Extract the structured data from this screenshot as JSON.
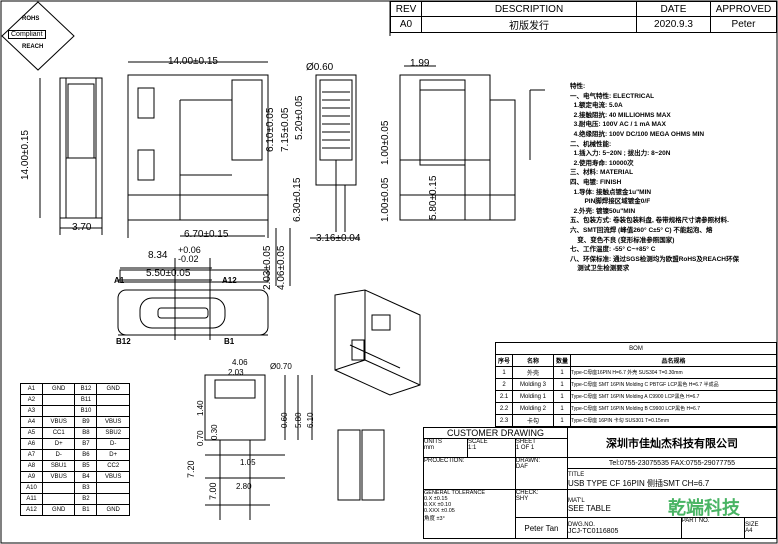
{
  "revision_table": {
    "headers": [
      "REV",
      "DESCRIPTION",
      "DATE",
      "APPROVED"
    ],
    "row": [
      "A0",
      "初版发行",
      "2020.9.3",
      "Peter"
    ]
  },
  "rohs_badge": {
    "top": "ROHS",
    "middle": "Compliant",
    "bottom": "REACH"
  },
  "dimensions": {
    "width_top": "14.00±0.15",
    "height_left": "14.00±0.15",
    "base_width": "3.70",
    "d_6_10": "6.10±0.05",
    "d_7_15": "7.15±0.05",
    "d_5_20": "5.20±0.05",
    "d_6_30": "6.30±0.15",
    "d_6_70": "6.70±0.15",
    "d_0_60": "Ø0.60",
    "d_3_16": "3.16±0.04",
    "d_1_99": "1.99",
    "d_1_00_a": "1.00±0.05",
    "d_1_00_b": "1.00±0.05",
    "d_5_80": "5.80±0.15",
    "d_8_34": "8.34",
    "d_8_34_tol": "+0.06\n-0.02",
    "d_5_50": "5.50±0.05",
    "d_2_03": "2.03±0.05",
    "d_4_06": "4.06±0.05",
    "pin_a1": "A1",
    "pin_a12": "A12",
    "pin_b12": "B12",
    "pin_b1": "B1",
    "fp_4_06": "4.06",
    "fp_2_03": "2.03",
    "fp_0_70": "Ø0.70",
    "fp_1_40": "1.40",
    "fp_0_70_v": "0.70",
    "fp_0_30": "0.30",
    "fp_0_60": "0.60",
    "fp_5_80": "5.80",
    "fp_6_10": "6.10",
    "fp_7_20": "7.20",
    "fp_7_00": "7.00",
    "fp_1_05": "1.05",
    "fp_2_80": "2.80"
  },
  "pin_table": [
    [
      "A1",
      "GND",
      "B12",
      "GND"
    ],
    [
      "A2",
      "",
      "B11",
      ""
    ],
    [
      "A3",
      "",
      "B10",
      ""
    ],
    [
      "A4",
      "VBUS",
      "B9",
      "VBUS"
    ],
    [
      "A5",
      "CC1",
      "B8",
      "SBU2"
    ],
    [
      "A6",
      "D+",
      "B7",
      "D-"
    ],
    [
      "A7",
      "D-",
      "B6",
      "D+"
    ],
    [
      "A8",
      "SBU1",
      "B5",
      "CC2"
    ],
    [
      "A9",
      "VBUS",
      "B4",
      "VBUS"
    ],
    [
      "A10",
      "",
      "B3",
      ""
    ],
    [
      "A11",
      "",
      "B2",
      ""
    ],
    [
      "A12",
      "GND",
      "B1",
      "GND"
    ]
  ],
  "specs": [
    "特性:",
    "一、电气特性: ELECTRICAL",
    "  1.额定电流: 5.0A",
    "  2.接触阻抗: 40 MILLIOHMS MAX",
    "  3.耐电压: 100V AC / 1 mA MAX",
    "  4.绝缘阻抗: 100V DC/100 MEGA OHMS MIN",
    "二、机械性能:",
    "  1.插入力: 5~20N ; 拔出力: 8~20N",
    "  2.使用寿命: 10000次",
    "三、材料: MATERIAL",
    "四、电镀: FINISH",
    "  1.导体: 接触点镀金1u\"MIN",
    "        PIN脚焊接区域镀金0/F",
    "  2.外壳: 镀镍50u\"MIN",
    "五、包装方式: 卷装包装料盘, 卷带规格尺寸请参照材料.",
    "六、SMT回流焊 (峰值260° C±5° C) 不能起泡、熔",
    "    变、变色不良 (变形标准参照国家)",
    "七、工作温度: -55° C~+85° C",
    "八、环保标准: 通过SGS检测均为欧盟RoHS及REACH环保",
    "    测试卫生检测要求"
  ],
  "bom": {
    "title": "BOM",
    "headers": [
      "序号",
      "名称",
      "数量",
      "品名规格"
    ],
    "rows": [
      [
        "1",
        "外壳",
        "1",
        "Type-C母座16PIN H=6.7 外壳 SUS304 T=0.30mm"
      ],
      [
        "2",
        "Molding 3",
        "1",
        "Type-C母座 SMT 16PIN Molding C PBTGF LCP黑色 H=6.7 半成品"
      ],
      [
        "2.1",
        "Molding 1",
        "1",
        "Type-C母座 SMT 16PIN Molding A C9900 LCP黑色 H=6.7"
      ],
      [
        "2.2",
        "Molding 2",
        "1",
        "Type-C母座 SMT 16PIN Molding B C9900 LCP黑色 H=6.7"
      ],
      [
        "2.3",
        "卡勾",
        "1",
        "Type-C母座 16PIN 卡勾 SUS301 T=0.15mm"
      ]
    ]
  },
  "title_block": {
    "customer_drawing": "CUSTOMER DRAWING",
    "units_label": "UNITS",
    "units_value": "mm",
    "scale_label": "SCALE",
    "scale_value": "1:1",
    "sheet_label": "SHEET",
    "sheet_value": "1 OF 1",
    "company_cn": "深圳市佳灿杰科技有限公司",
    "tel_fax": "Tel:0755-23075535 FAX:0755-29077755",
    "title_label": "TITLE",
    "title_value": "USB TYPE CF 16PIN 侧插SMT CH=6.7",
    "projection_label": "PROJECTION:",
    "drawn_label": "DRAWN:",
    "drawn_value": "DAF",
    "matl_label": "MAT'L",
    "matl_value": "SEE TABLE",
    "tolerance_label": "GENERAL TOLERANCE",
    "tolerances": [
      "0.X  ±0.15",
      "0.XX ±0.10",
      "0.XXX ±0.05",
      "角度  ±3°"
    ],
    "check_label": "CHECK:",
    "check_value": "SHY",
    "approved_value": "Peter Tan",
    "dwg_no_label": "DWG.NO.",
    "dwg_no_value": "JCJ-TC0116805",
    "part_no_label": "PART NO.",
    "size_label": "SIZE",
    "size_value": "A4"
  },
  "watermark": "乾端科技",
  "colors": {
    "line": "#000000",
    "watermark": "#2aa84a"
  }
}
